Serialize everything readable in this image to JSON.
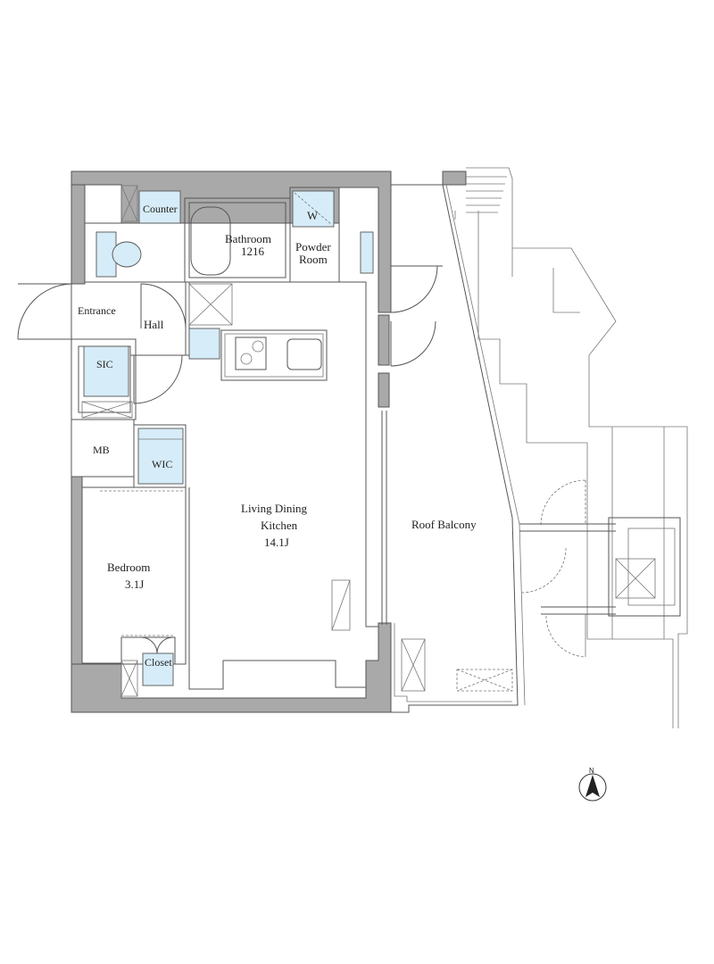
{
  "rooms": {
    "counter": "Counter",
    "bathroom": "Bathroom",
    "bathroom_size": "1216",
    "powder_room_1": "Powder",
    "powder_room_2": "Room",
    "washer": "W",
    "entrance": "Entrance",
    "hall": "Hall",
    "sic": "SIC",
    "mb": "MB",
    "wic": "WIC",
    "ldk_1": "Living Dining",
    "ldk_2": "Kitchen",
    "ldk_size": "14.1J",
    "bedroom": "Bedroom",
    "bedroom_size": "3.1J",
    "closet": "Closet",
    "roof_balcony": "Roof Balcony"
  },
  "compass": {
    "label": "N"
  },
  "colors": {
    "wall": "#a9a9a9",
    "fixture": "#d6ecf8",
    "line": "#555555"
  }
}
